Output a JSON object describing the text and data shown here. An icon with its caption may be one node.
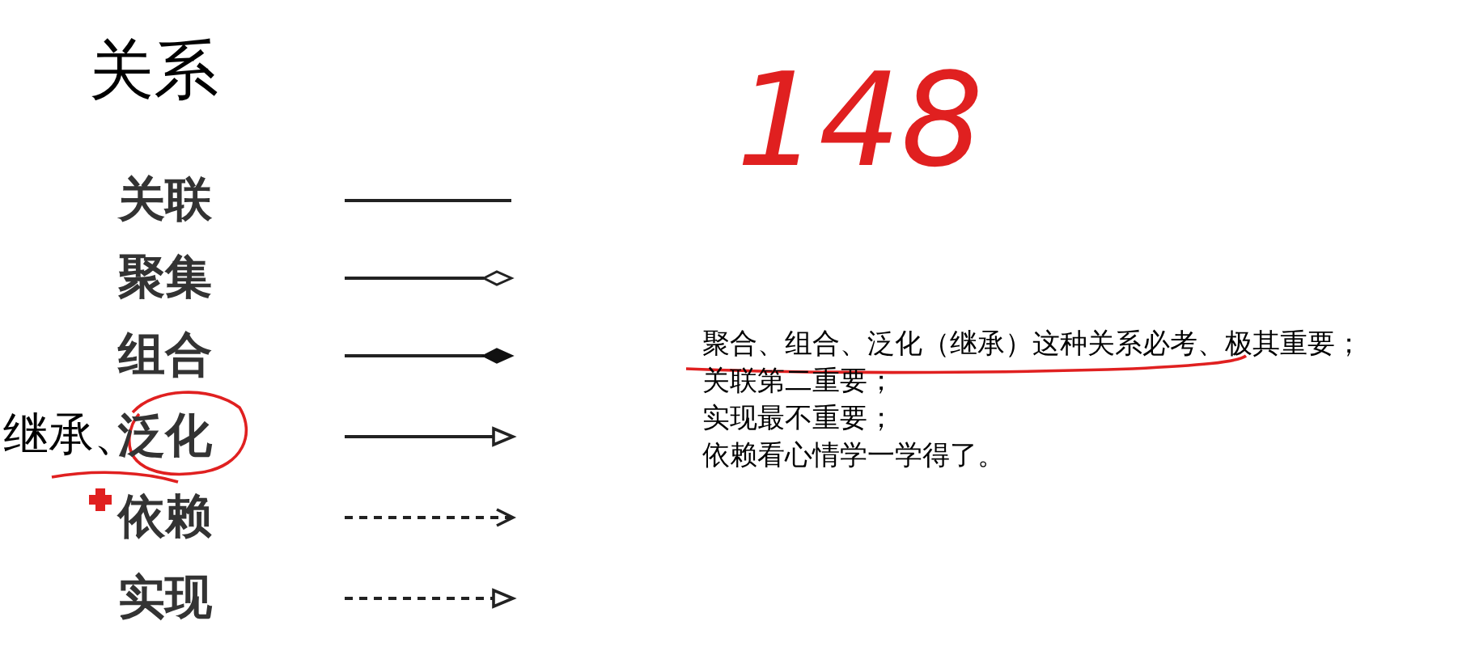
{
  "diagram": {
    "title": "关系",
    "labels": [
      "148",
      "继承、",
      "聚合、组合、泛化（继承）这种关系必考、极其重要；",
      "关联第二重要；",
      "实现最不重要；",
      "依赖看心情学一学得了。"
    ],
    "legend": [
      {
        "text": "关联"
      },
      {
        "text": "聚集"
      },
      {
        "text": "组合"
      },
      {
        "text": "泛化"
      },
      {
        "text": "依赖"
      },
      {
        "text": "实现"
      }
    ]
  }
}
